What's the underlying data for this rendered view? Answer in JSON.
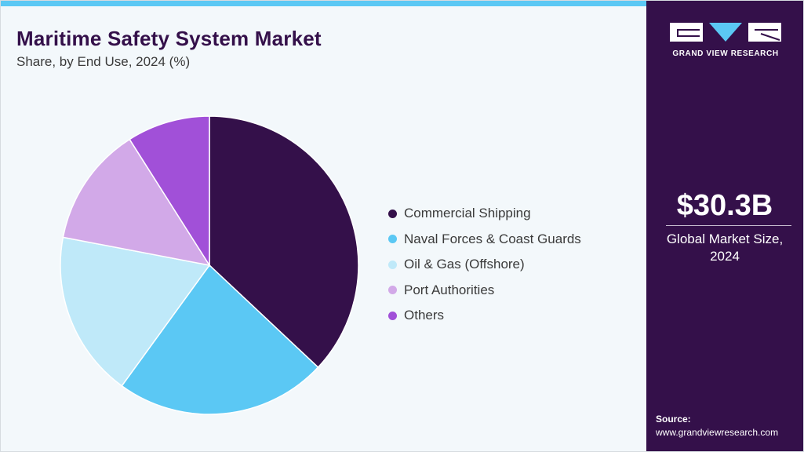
{
  "header": {
    "title": "Maritime Safety System Market",
    "subtitle": "Share, by End Use, 2024 (%)"
  },
  "chart_data": {
    "type": "pie",
    "title": "Maritime Safety System Market",
    "subtitle": "Share, by End Use, 2024 (%)",
    "start_angle_deg": 0,
    "direction": "clockwise",
    "legend_position": "right",
    "slices": [
      {
        "label": "Commercial Shipping",
        "value": 37.0,
        "color": "#34104a"
      },
      {
        "label": "Naval Forces & Coast Guards",
        "value": 23.0,
        "color": "#5bc8f4"
      },
      {
        "label": "Oil & Gas (Offshore)",
        "value": 18.0,
        "color": "#bfe9f9"
      },
      {
        "label": "Port Authorities",
        "value": 13.0,
        "color": "#d2a9e8"
      },
      {
        "label": "Others",
        "value": 9.0,
        "color": "#a150d8"
      }
    ]
  },
  "side_panel": {
    "logo_text": "GRAND VIEW RESEARCH",
    "logo_icon": "gvr-logo",
    "market_value": "$30.3B",
    "market_label_line1": "Global Market Size,",
    "market_label_line2": "2024",
    "source_title": "Source:",
    "source_url": "www.grandviewresearch.com"
  },
  "colors": {
    "accent_dark": "#34104a",
    "accent_light": "#5bc8f4",
    "background": "#f3f8fb"
  }
}
